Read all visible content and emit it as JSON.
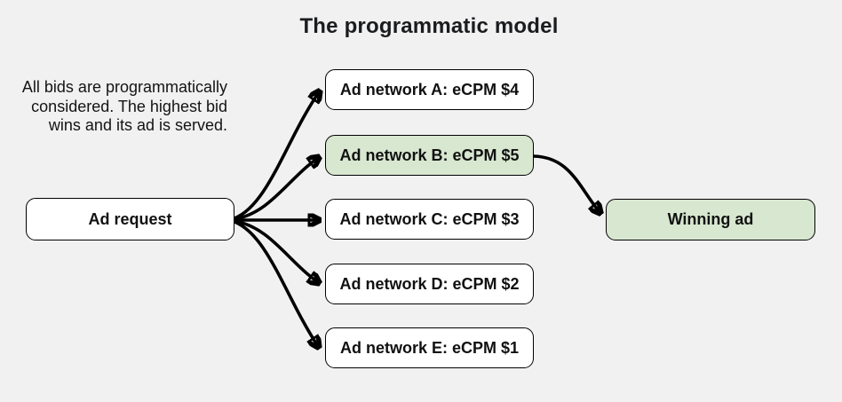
{
  "title": "The programmatic model",
  "note": {
    "lines": [
      "All bids are programmatically",
      "considered. The highest bid",
      "wins and its ad is served."
    ]
  },
  "nodes": {
    "ad_request": {
      "label": "Ad request"
    },
    "networks": [
      {
        "label": "Ad network A: eCPM $4",
        "highlight": false
      },
      {
        "label": "Ad network B: eCPM $5",
        "highlight": true
      },
      {
        "label": "Ad network C: eCPM $3",
        "highlight": false
      },
      {
        "label": "Ad network D: eCPM $2",
        "highlight": false
      },
      {
        "label": "Ad network E: eCPM $1",
        "highlight": false
      }
    ],
    "winning": {
      "label": "Winning ad"
    }
  },
  "colors": {
    "background": "#f1f1f2",
    "highlight_green": "#d8e7d0",
    "border": "#000000",
    "text": "#111111"
  }
}
